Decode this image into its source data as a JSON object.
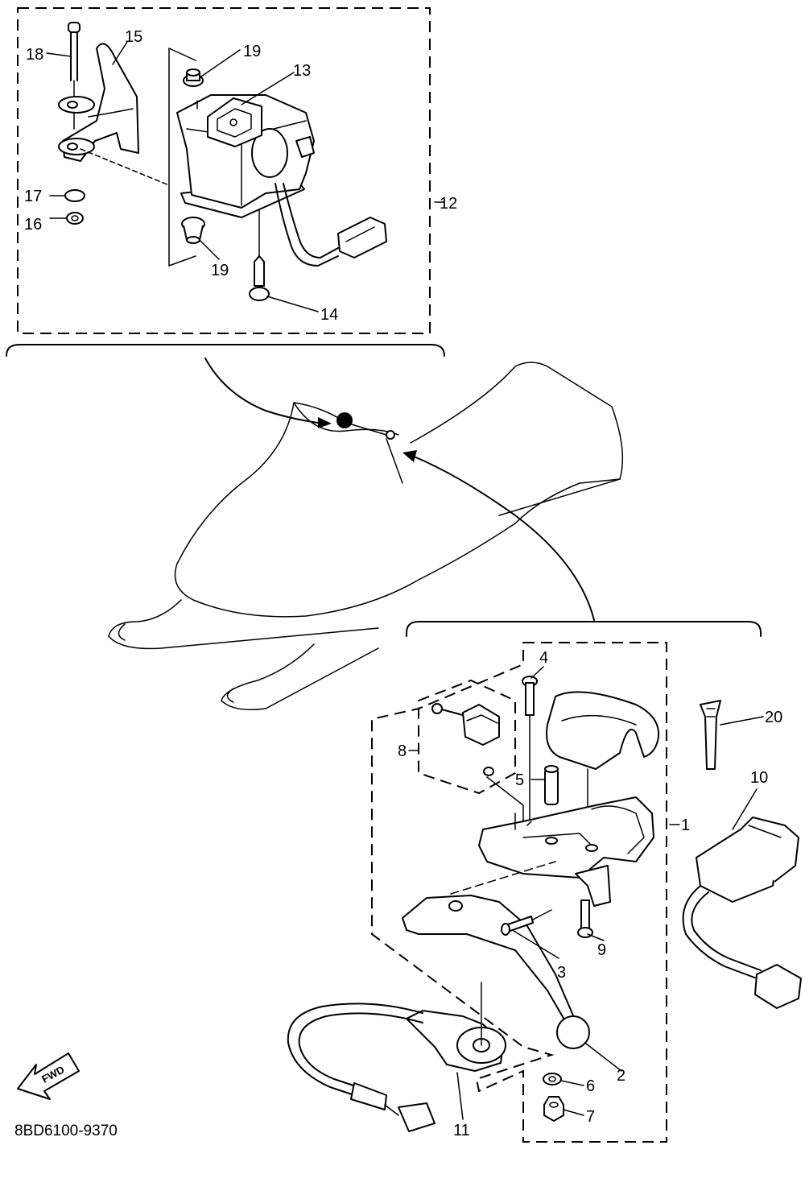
{
  "callouts": {
    "c1": "1",
    "c2": "2",
    "c3": "3",
    "c4": "4",
    "c5": "5",
    "c6": "6",
    "c7": "7",
    "c8": "8",
    "c9": "9",
    "c10": "10",
    "c11": "11",
    "c12": "12",
    "c13": "13",
    "c14": "14",
    "c15": "15",
    "c16": "16",
    "c17": "17",
    "c18": "18",
    "c19a": "19",
    "c19b": "19",
    "c20": "20"
  },
  "fwd_label": "FWD",
  "diagram_code": "8BD6100-9370",
  "colors": {
    "ink": "#000000",
    "paper": "#ffffff"
  }
}
